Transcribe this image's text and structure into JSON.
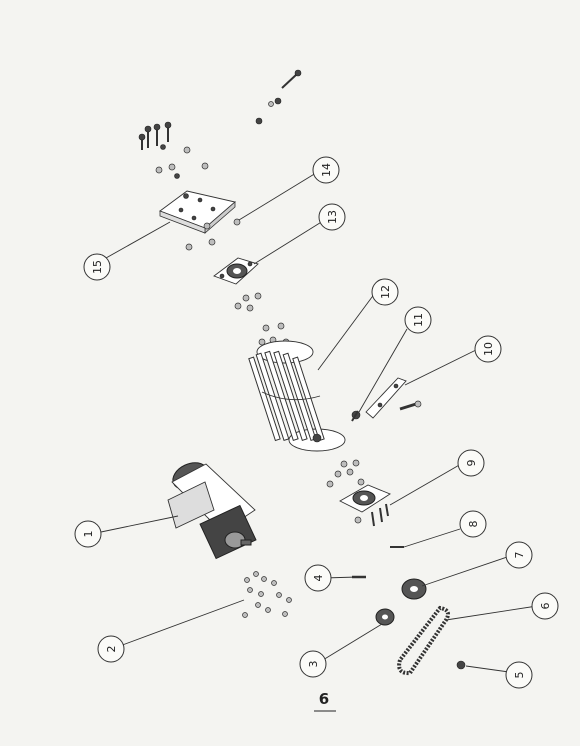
{
  "page_number": "6",
  "callouts": [
    {
      "label": "1"
    },
    {
      "label": "2"
    },
    {
      "label": "3"
    },
    {
      "label": "4"
    },
    {
      "label": "5"
    },
    {
      "label": "6"
    },
    {
      "label": "7"
    },
    {
      "label": "8"
    },
    {
      "label": "9"
    },
    {
      "label": "10"
    },
    {
      "label": "11"
    },
    {
      "label": "12"
    },
    {
      "label": "13"
    },
    {
      "label": "14"
    },
    {
      "label": "15"
    }
  ]
}
